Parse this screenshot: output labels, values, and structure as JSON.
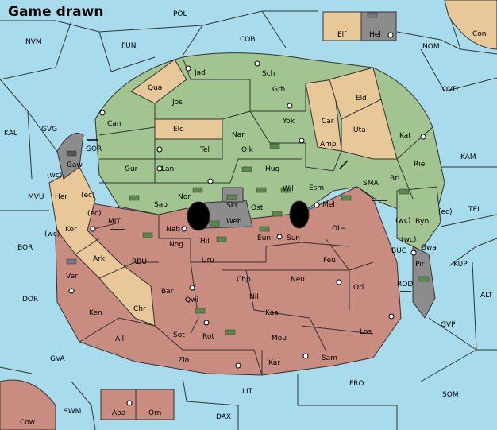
{
  "title": "Game drawn",
  "colors": {
    "sea": "#a8dcec",
    "green": "#a2c490",
    "tan": "#e8c898",
    "red": "#c88c80",
    "gray": "#8c8c8c",
    "black": "#000000",
    "border": "#333333"
  },
  "sea_labels": {
    "POL": "POL",
    "NVM": "NVM",
    "FUN": "FUN",
    "COB": "COB",
    "NOM": "NOM",
    "Con": "Con",
    "OVD": "OVD",
    "KAL": "KAL",
    "GVG": "GVG",
    "GOR": "GOR",
    "KAM": "KAM",
    "MVU": "MVU",
    "SMA": "SMA",
    "TEI": "TEI",
    "BOR": "BOR",
    "MIT": "MIT",
    "BUC": "BUC",
    "KUP": "KUP",
    "RBU": "RBU",
    "DOR": "DOR",
    "ALT": "ALT",
    "ROD": "ROD",
    "GVP": "GVP",
    "GVA": "GVA",
    "FRO": "FRO",
    "LIT": "LIT",
    "SOM": "SOM",
    "SWM": "SWM",
    "DAX": "DAX",
    "Cow": "Cow"
  },
  "land_labels": {
    "Jad": "Jad",
    "Sch": "Sch",
    "Qua": "Qua",
    "Jos": "Jos",
    "Grh": "Grh",
    "Eld": "Eld",
    "Can": "Can",
    "Yok": "Yok",
    "Car": "Car",
    "Uta": "Uta",
    "Elc": "Elc",
    "Nar": "Nar",
    "Kat": "Kat",
    "Amp": "Amp",
    "Tel": "Tel",
    "Olk": "Olk",
    "Gur": "Gur",
    "Lan": "Lan",
    "Hug": "Hug",
    "Rie": "Rie",
    "Bri": "Bri",
    "Gaw": "Gaw",
    "Her": "Her",
    "Nor": "Nor",
    "Skr": "Skr",
    "Wil": "Wil",
    "Esm": "Esm",
    "Sap": "Sap",
    "Web": "Web",
    "Ost": "Ost",
    "Mel": "Mel",
    "Byn": "Byn",
    "Kor": "Kor",
    "Nab": "Nab",
    "Eun": "Eun",
    "Obs": "Obs",
    "Hil": "Hil",
    "Sun": "Sun",
    "Gwa": "Gwa",
    "Nog": "Nog",
    "Ark": "Ark",
    "Uru": "Uru",
    "Feu": "Feu",
    "Pir": "Pir",
    "Ver": "Ver",
    "Chp": "Chp",
    "Neu": "Neu",
    "Orl": "Orl",
    "Bar": "Bar",
    "Qwi": "Qwi",
    "Nil": "Nil",
    "Chr": "Chr",
    "Ken": "Ken",
    "Kaa": "Kaa",
    "Ail": "Ail",
    "Sot": "Sot",
    "Rot": "Rot",
    "Mou": "Mou",
    "Los": "Los",
    "Zin": "Zin",
    "Kar": "Kar",
    "Sam": "Sam",
    "Elf": "Elf",
    "Hel": "Hel",
    "Aba": "Aba",
    "Orn": "Orn"
  },
  "coast_labels": {
    "wc1": "(wc)",
    "ec1": "(ec)",
    "ec2": "(ec)",
    "wc2": "(wc)",
    "wc3": "(wc)",
    "ec3": "(ec)",
    "wc4": "(wc)"
  }
}
